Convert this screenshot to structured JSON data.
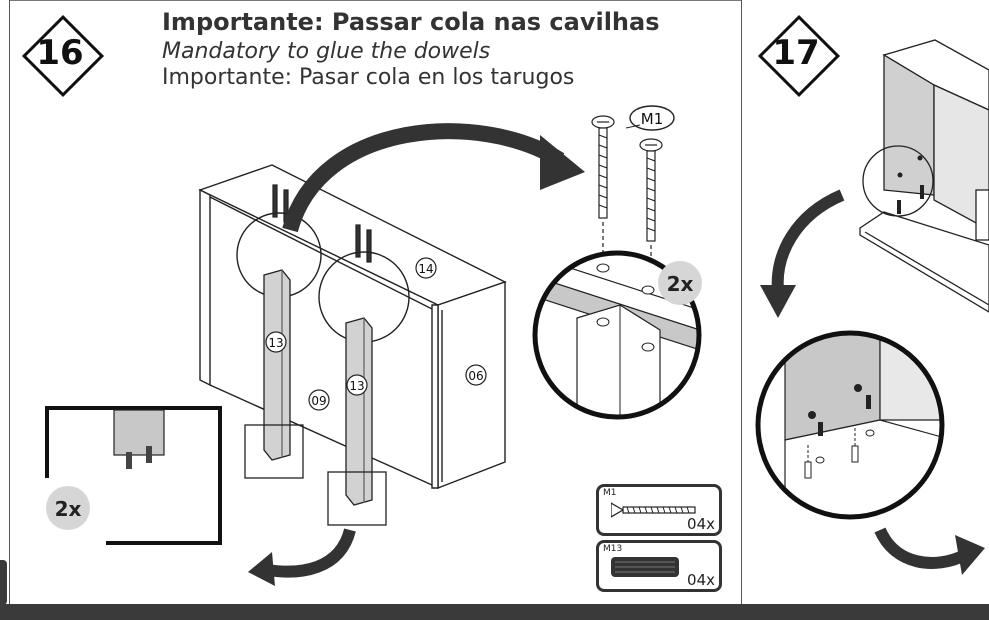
{
  "step16": {
    "number": "16",
    "title_pt": "Importante: Passar cola nas cavilhas",
    "title_en": "Mandatory to glue the dowels",
    "title_es": "Importante: Pasar cola en los tarugos"
  },
  "step17": {
    "number": "17"
  },
  "labels": {
    "part_14": "14",
    "part_13a": "13",
    "part_13b": "13",
    "part_09": "09",
    "part_06": "06",
    "screw_tag": "M1",
    "detail_qty": "2x",
    "inset_qty": "2x"
  },
  "parts": [
    {
      "code": "M1",
      "qty": "04x",
      "icon": "screw-icon"
    },
    {
      "code": "M13",
      "qty": "04x",
      "icon": "dowel-icon"
    }
  ],
  "colors": {
    "line": "#222222",
    "panel_gray": "#c8c8c8",
    "bar": "#3a3a3a"
  }
}
